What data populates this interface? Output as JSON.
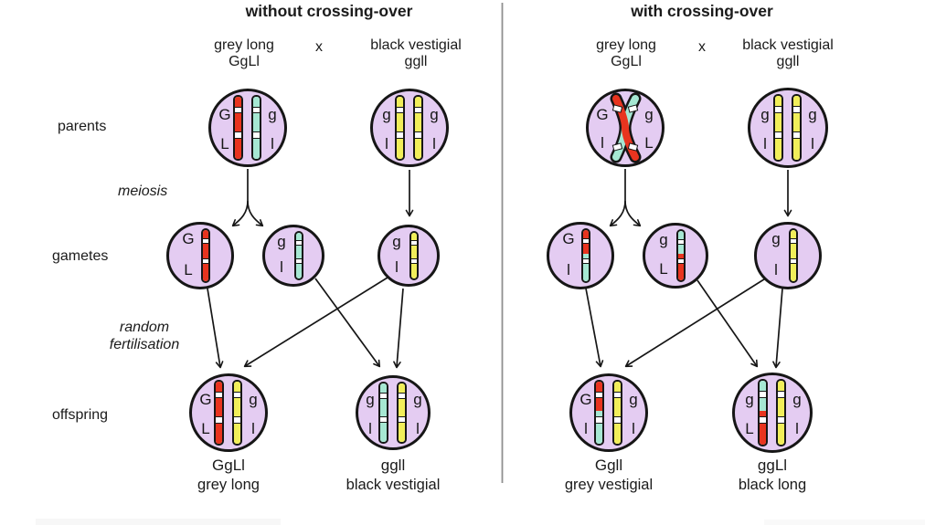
{
  "palette": {
    "red": "#e8341f",
    "teal": "#a6e7d3",
    "yellow": "#f1ee5a",
    "cell_fill": "#e4ccf2",
    "outline": "#161616",
    "divider": "#909090"
  },
  "rows": {
    "parents": "parents",
    "meiosis": "meiosis",
    "gametes": "gametes",
    "fertilisation_line1": "random",
    "fertilisation_line2": "fertilisation",
    "offspring": "offspring"
  },
  "halves": [
    {
      "title": "without crossing-over",
      "cross": {
        "left_phenotype": "grey long",
        "left_genotype": "GgLl",
        "symbol": "x",
        "right_phenotype": "black vestigial",
        "right_genotype": "ggll"
      },
      "parents": [
        {
          "chromosomes": [
            {
              "top_label": "G",
              "bottom_label": "L",
              "color": "red",
              "label_side": "left"
            },
            {
              "top_label": "g",
              "bottom_label": "l",
              "color": "teal",
              "label_side": "right"
            }
          ]
        },
        {
          "chromosomes": [
            {
              "top_label": "g",
              "bottom_label": "l",
              "color": "yellow",
              "label_side": "left"
            },
            {
              "top_label": "g",
              "bottom_label": "l",
              "color": "yellow",
              "label_side": "right"
            }
          ]
        }
      ],
      "gametes": [
        {
          "chromosomes": [
            {
              "top_label": "G",
              "bottom_label": "L",
              "color": "red",
              "label_side": "left"
            }
          ]
        },
        {
          "chromosomes": [
            {
              "top_label": "g",
              "bottom_label": "l",
              "color": "teal",
              "label_side": "left"
            }
          ]
        },
        {
          "chromosomes": [
            {
              "top_label": "g",
              "bottom_label": "l",
              "color": "yellow",
              "label_side": "left"
            }
          ]
        }
      ],
      "offspring": [
        {
          "genotype": "GgLl",
          "phenotype": "grey long",
          "chromosomes": [
            {
              "top_label": "G",
              "bottom_label": "L",
              "color": "red",
              "label_side": "left"
            },
            {
              "top_label": "g",
              "bottom_label": "l",
              "color": "yellow",
              "label_side": "right"
            }
          ]
        },
        {
          "genotype": "ggll",
          "phenotype": "black vestigial",
          "chromosomes": [
            {
              "top_label": "g",
              "bottom_label": "l",
              "color": "teal",
              "label_side": "left"
            },
            {
              "top_label": "g",
              "bottom_label": "l",
              "color": "yellow",
              "label_side": "right"
            }
          ]
        }
      ]
    },
    {
      "title": "with crossing-over",
      "cross": {
        "left_phenotype": "grey long",
        "left_genotype": "GgLl",
        "symbol": "x",
        "right_phenotype": "black vestigial",
        "right_genotype": "ggll"
      },
      "parents": [
        {
          "type": "chiasma",
          "colors": {
            "cross1": "red",
            "cross2": "teal"
          },
          "labels": {
            "top_left": "G",
            "top_right": "g",
            "bottom_left": "l",
            "bottom_right": "L"
          }
        },
        {
          "chromosomes": [
            {
              "top_label": "g",
              "bottom_label": "l",
              "color": "yellow",
              "label_side": "left"
            },
            {
              "top_label": "g",
              "bottom_label": "l",
              "color": "yellow",
              "label_side": "right"
            }
          ]
        }
      ],
      "gametes": [
        {
          "chromosomes": [
            {
              "top_label": "G",
              "bottom_label": "l",
              "top_color": "red",
              "bottom_color": "teal",
              "label_side": "left"
            }
          ]
        },
        {
          "chromosomes": [
            {
              "top_label": "g",
              "bottom_label": "L",
              "top_color": "teal",
              "bottom_color": "red",
              "label_side": "left"
            }
          ]
        },
        {
          "chromosomes": [
            {
              "top_label": "g",
              "bottom_label": "l",
              "color": "yellow",
              "label_side": "left"
            }
          ]
        }
      ],
      "offspring": [
        {
          "genotype": "Ggll",
          "phenotype": "grey vestigial",
          "chromosomes": [
            {
              "top_label": "G",
              "bottom_label": "l",
              "top_color": "red",
              "bottom_color": "teal",
              "label_side": "left"
            },
            {
              "top_label": "g",
              "bottom_label": "l",
              "color": "yellow",
              "label_side": "right"
            }
          ]
        },
        {
          "genotype": "ggLl",
          "phenotype": "black long",
          "chromosomes": [
            {
              "top_label": "g",
              "bottom_label": "L",
              "top_color": "teal",
              "bottom_color": "red",
              "label_side": "left"
            },
            {
              "top_label": "g",
              "bottom_label": "l",
              "color": "yellow",
              "label_side": "right"
            }
          ]
        }
      ]
    }
  ]
}
